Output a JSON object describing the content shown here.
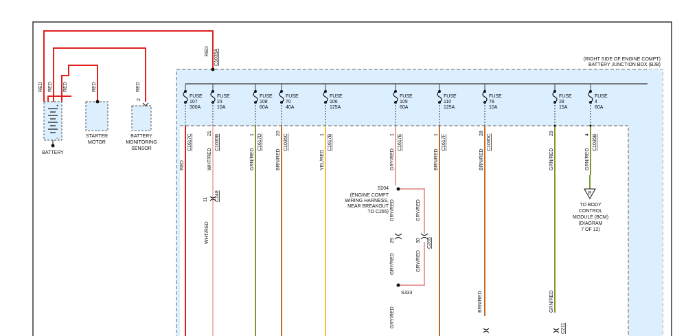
{
  "junction_box": {
    "location": "(RIGHT SIDE OF ENGINE COMPT)",
    "name": "BATTERY JUNCTION BOX (BJB)",
    "top_connector": "C1035A",
    "top_wire_color": "RED"
  },
  "components": {
    "battery": "BATTERY",
    "starter_line1": "STARTER",
    "starter_line2": "MOTOR",
    "sensor_line1": "BATTERY",
    "sensor_line2": "MONITORING",
    "sensor_line3": "SENSOR",
    "sensor_pin": "2"
  },
  "left_wire_labels": [
    "RED",
    "RED",
    "RED",
    "RED",
    "RED"
  ],
  "fuses": [
    {
      "label": "FUSE",
      "number": "107",
      "rating": "300A",
      "pin": "",
      "connector": "C1617C",
      "wire": "RED",
      "wire_hex": "#e02020"
    },
    {
      "label": "FUSE",
      "number": "23",
      "rating": "10A",
      "pin": "21",
      "connector": "C1035B",
      "wire": "WHT/RED",
      "wire_hex": "#f0b6b6"
    },
    {
      "label": "FUSE",
      "number": "108",
      "rating": "60A",
      "pin": "1",
      "connector": "C1617D",
      "wire": "GRN/RED",
      "wire_hex": "#7a9a2a"
    },
    {
      "label": "FUSE",
      "number": "70",
      "rating": "40A",
      "pin": "20",
      "connector": "C1035C",
      "wire": "BRN/RED",
      "wire_hex": "#c06a2a"
    },
    {
      "label": "FUSE",
      "number": "106",
      "rating": "125A",
      "pin": "1",
      "connector": "C1617B",
      "wire": "YEL/RED",
      "wire_hex": "#f0c040"
    },
    {
      "label": "FUSE",
      "number": "109",
      "rating": "60A",
      "pin": "1",
      "connector": "C1617E",
      "wire": "GRY/RED",
      "wire_hex": "#e6a0a0"
    },
    {
      "label": "FUSE",
      "number": "110",
      "rating": "125A",
      "pin": "1",
      "connector": "C1617F",
      "wire": "BRN/RED",
      "wire_hex": "#c06a2a"
    },
    {
      "label": "FUSE",
      "number": "78",
      "rating": "10A",
      "pin": "28",
      "connector": "C1035C",
      "wire": "BRN/RED",
      "wire_hex": "#c06a2a"
    },
    {
      "label": "FUSE",
      "number": "28",
      "rating": "15A",
      "pin": "29",
      "connector": "",
      "wire": "GRN/RED",
      "wire_hex": "#7a9a2a"
    },
    {
      "label": "FUSE",
      "number": "4",
      "rating": "60A",
      "pin": "4",
      "connector": "C1035B",
      "wire": "GRN/RED",
      "wire_hex": "#7a9a2a"
    }
  ],
  "c148": {
    "pin": "11",
    "connector": "C148",
    "wire_below": "WHT/RED"
  },
  "splice": {
    "s204": "S204",
    "note_line1": "(ENGINE COMPT",
    "note_line2": "WIRING HARNESS,",
    "note_line3": "NEAR BREAKOUT",
    "note_line4": "TO C265)",
    "wire_left": "GRY/RED",
    "wire_right": "GRY/RED",
    "pin_left": "29",
    "pin_right": "30",
    "connector": "C265",
    "wire_left_lower": "GRY/RED",
    "wire_right_lower": "GRY/RED",
    "s333": "S333",
    "wire_bottom": "GRY/RED"
  },
  "lower_labels": {
    "brn": "BRN/RED",
    "grn": "GRN/RED",
    "c211": "C211"
  },
  "bcm": {
    "arrow_letter": "B",
    "line1": "TO BODY",
    "line2": "CONTROL",
    "line3": "MODULE (BCM)",
    "line4": "(DIAGRAM",
    "line5": "7 OF 12)"
  },
  "colors": {
    "red": "#e02020",
    "box_fill": "#dcefff",
    "box_border": "#555555",
    "frame": "#333333"
  }
}
